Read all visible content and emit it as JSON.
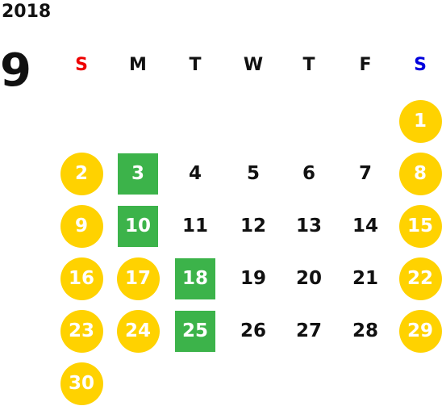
{
  "calendar": {
    "year": "2018",
    "month": "9",
    "weekdays": [
      {
        "label": "S",
        "color": "#ee0000"
      },
      {
        "label": "M",
        "color": "#111111"
      },
      {
        "label": "T",
        "color": "#111111"
      },
      {
        "label": "W",
        "color": "#111111"
      },
      {
        "label": "T",
        "color": "#111111"
      },
      {
        "label": "F",
        "color": "#111111"
      },
      {
        "label": "S",
        "color": "#0000dd"
      }
    ],
    "colors": {
      "holiday": "#ffd200",
      "event": "#3cb34a",
      "text": "#111111"
    },
    "weeks": [
      [
        null,
        null,
        null,
        null,
        null,
        null,
        {
          "label": "1",
          "style": "holiday"
        }
      ],
      [
        {
          "label": "2",
          "style": "holiday"
        },
        {
          "label": "3",
          "style": "event"
        },
        {
          "label": "4"
        },
        {
          "label": "5"
        },
        {
          "label": "6"
        },
        {
          "label": "7"
        },
        {
          "label": "8",
          "style": "holiday"
        }
      ],
      [
        {
          "label": "9",
          "style": "holiday"
        },
        {
          "label": "10",
          "style": "event"
        },
        {
          "label": "11"
        },
        {
          "label": "12"
        },
        {
          "label": "13"
        },
        {
          "label": "14"
        },
        {
          "label": "15",
          "style": "holiday"
        }
      ],
      [
        {
          "label": "16",
          "style": "holiday"
        },
        {
          "label": "17",
          "style": "holiday"
        },
        {
          "label": "18",
          "style": "event"
        },
        {
          "label": "19"
        },
        {
          "label": "20"
        },
        {
          "label": "21"
        },
        {
          "label": "22",
          "style": "holiday"
        }
      ],
      [
        {
          "label": "23",
          "style": "holiday"
        },
        {
          "label": "24",
          "style": "holiday"
        },
        {
          "label": "25",
          "style": "event"
        },
        {
          "label": "26"
        },
        {
          "label": "27"
        },
        {
          "label": "28"
        },
        {
          "label": "29",
          "style": "holiday"
        }
      ],
      [
        {
          "label": "30",
          "style": "holiday"
        },
        null,
        null,
        null,
        null,
        null,
        null
      ]
    ]
  }
}
